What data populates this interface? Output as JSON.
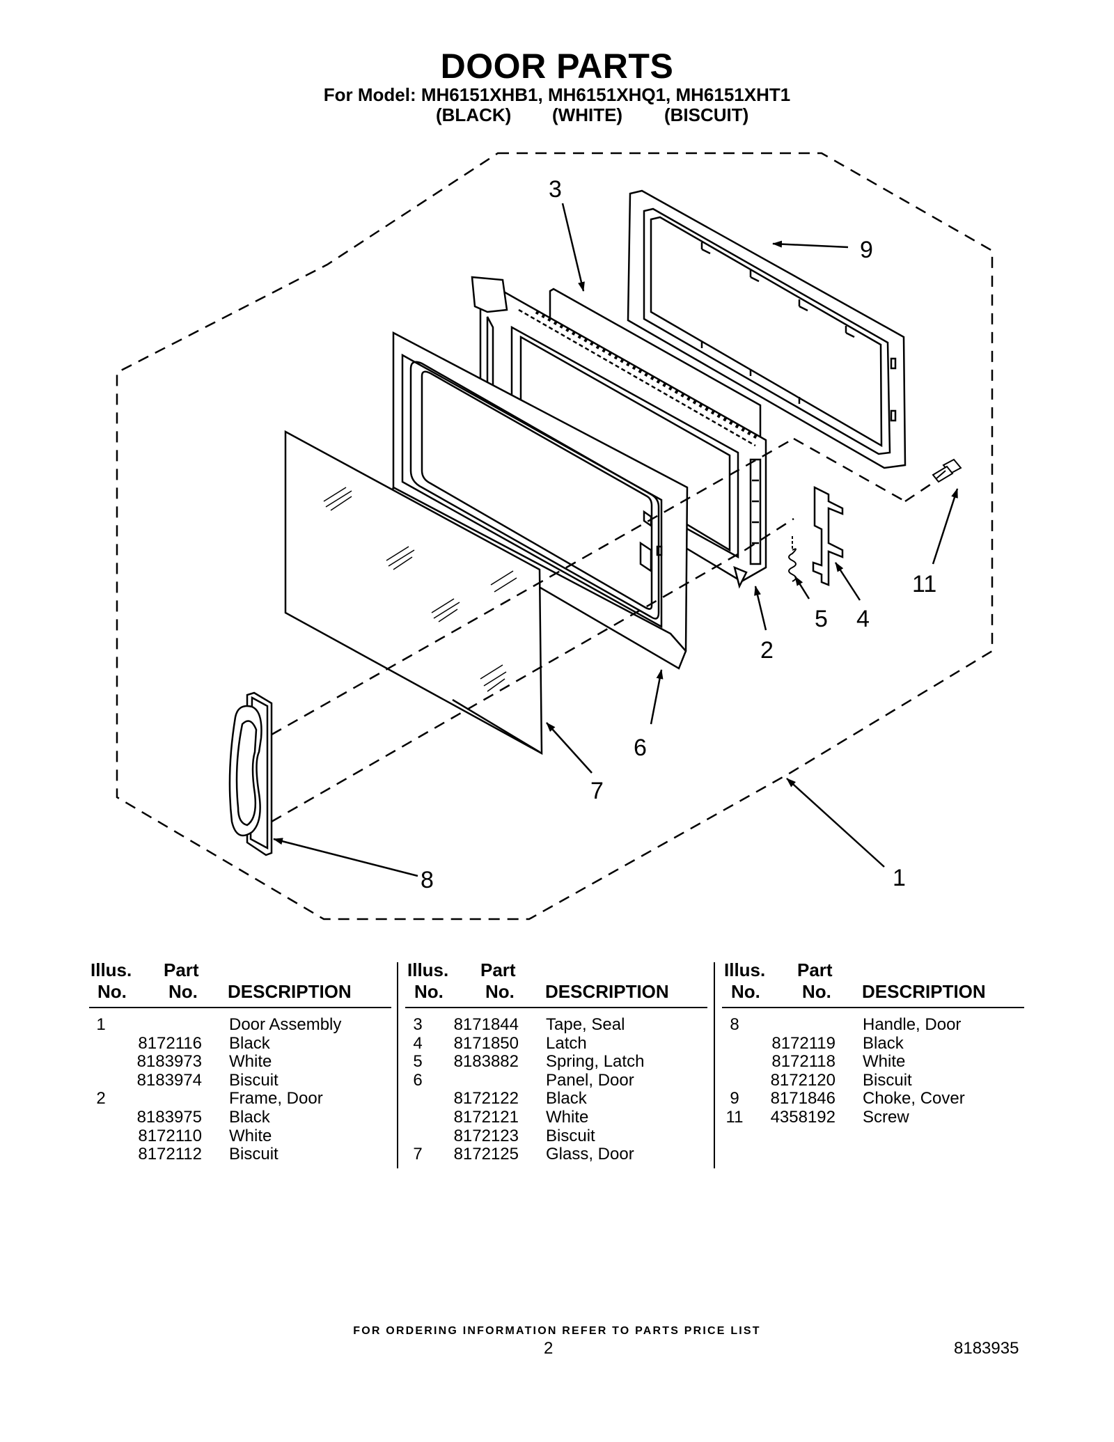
{
  "header": {
    "title": "DOOR PARTS",
    "models": "For Model: MH6151XHB1, MH6151XHQ1, MH6151XHT1",
    "variants": [
      "(BLACK)",
      "(WHITE)",
      "(BISCUIT)"
    ]
  },
  "diagram": {
    "callouts": [
      "3",
      "9",
      "11",
      "5",
      "4",
      "2",
      "6",
      "7",
      "8",
      "1"
    ]
  },
  "table": {
    "headers": {
      "illus_line1": "Illus.",
      "illus_line2": "No.",
      "part_line1": "Part",
      "part_line2": "No.",
      "description": "DESCRIPTION"
    },
    "columns": [
      [
        {
          "illus": "1",
          "part": "",
          "desc": "Door Assembly"
        },
        {
          "illus": "",
          "part": "8172116",
          "desc": "Black"
        },
        {
          "illus": "",
          "part": "8183973",
          "desc": "White"
        },
        {
          "illus": "",
          "part": "8183974",
          "desc": "Biscuit"
        },
        {
          "illus": "2",
          "part": "",
          "desc": "Frame, Door"
        },
        {
          "illus": "",
          "part": "8183975",
          "desc": "Black"
        },
        {
          "illus": "",
          "part": "8172110",
          "desc": "White"
        },
        {
          "illus": "",
          "part": "8172112",
          "desc": "Biscuit"
        }
      ],
      [
        {
          "illus": "3",
          "part": "8171844",
          "desc": "Tape, Seal"
        },
        {
          "illus": "4",
          "part": "8171850",
          "desc": "Latch"
        },
        {
          "illus": "5",
          "part": "8183882",
          "desc": "Spring, Latch"
        },
        {
          "illus": "6",
          "part": "",
          "desc": "Panel, Door"
        },
        {
          "illus": "",
          "part": "8172122",
          "desc": "Black"
        },
        {
          "illus": "",
          "part": "8172121",
          "desc": "White"
        },
        {
          "illus": "",
          "part": "8172123",
          "desc": "Biscuit"
        },
        {
          "illus": "7",
          "part": "8172125",
          "desc": "Glass, Door"
        }
      ],
      [
        {
          "illus": "8",
          "part": "",
          "desc": "Handle, Door"
        },
        {
          "illus": "",
          "part": "8172119",
          "desc": "Black"
        },
        {
          "illus": "",
          "part": "8172118",
          "desc": "White"
        },
        {
          "illus": "",
          "part": "8172120",
          "desc": "Biscuit"
        },
        {
          "illus": "9",
          "part": "8171846",
          "desc": "Choke, Cover"
        },
        {
          "illus": "11",
          "part": "4358192",
          "desc": "Screw"
        }
      ]
    ]
  },
  "footer": {
    "ordering_note": "FOR ORDERING INFORMATION REFER TO PARTS PRICE LIST",
    "page_number": "2",
    "document_number": "8183935"
  }
}
